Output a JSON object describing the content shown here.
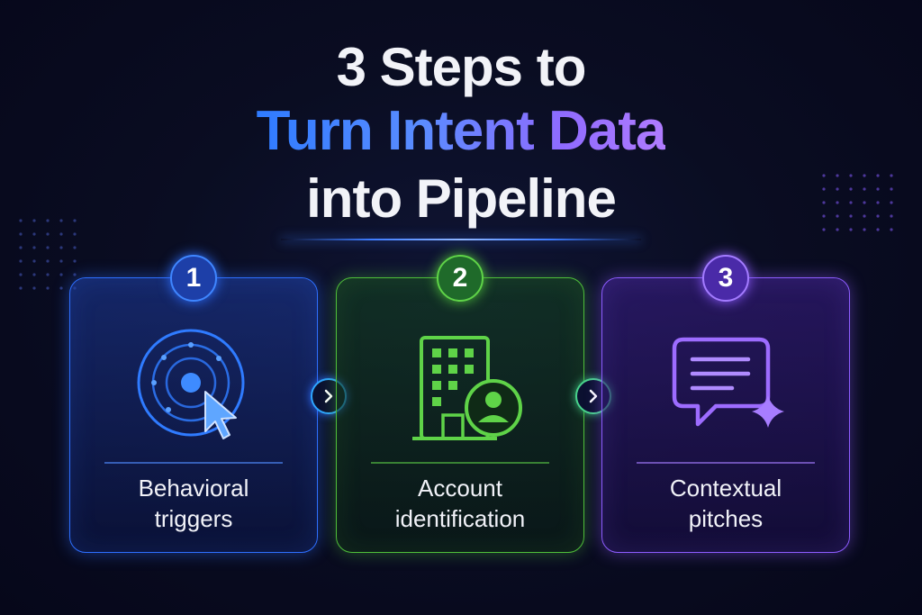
{
  "title": {
    "line1": "3 Steps to",
    "line2": "Turn Intent Data",
    "line3": "into Pipeline"
  },
  "steps": [
    {
      "number": "1",
      "label": "Behavioral\ntriggers",
      "icon": "radar-cursor-icon",
      "color": "#2e6fff"
    },
    {
      "number": "2",
      "label": "Account\nidentification",
      "icon": "building-user-icon",
      "color": "#4fbf3a"
    },
    {
      "number": "3",
      "label": "Contextual\npitches",
      "icon": "chat-sparkle-icon",
      "color": "#8d5cff"
    }
  ],
  "connectors": [
    {
      "icon": "chevron-right-icon"
    },
    {
      "icon": "chevron-right-icon"
    }
  ]
}
